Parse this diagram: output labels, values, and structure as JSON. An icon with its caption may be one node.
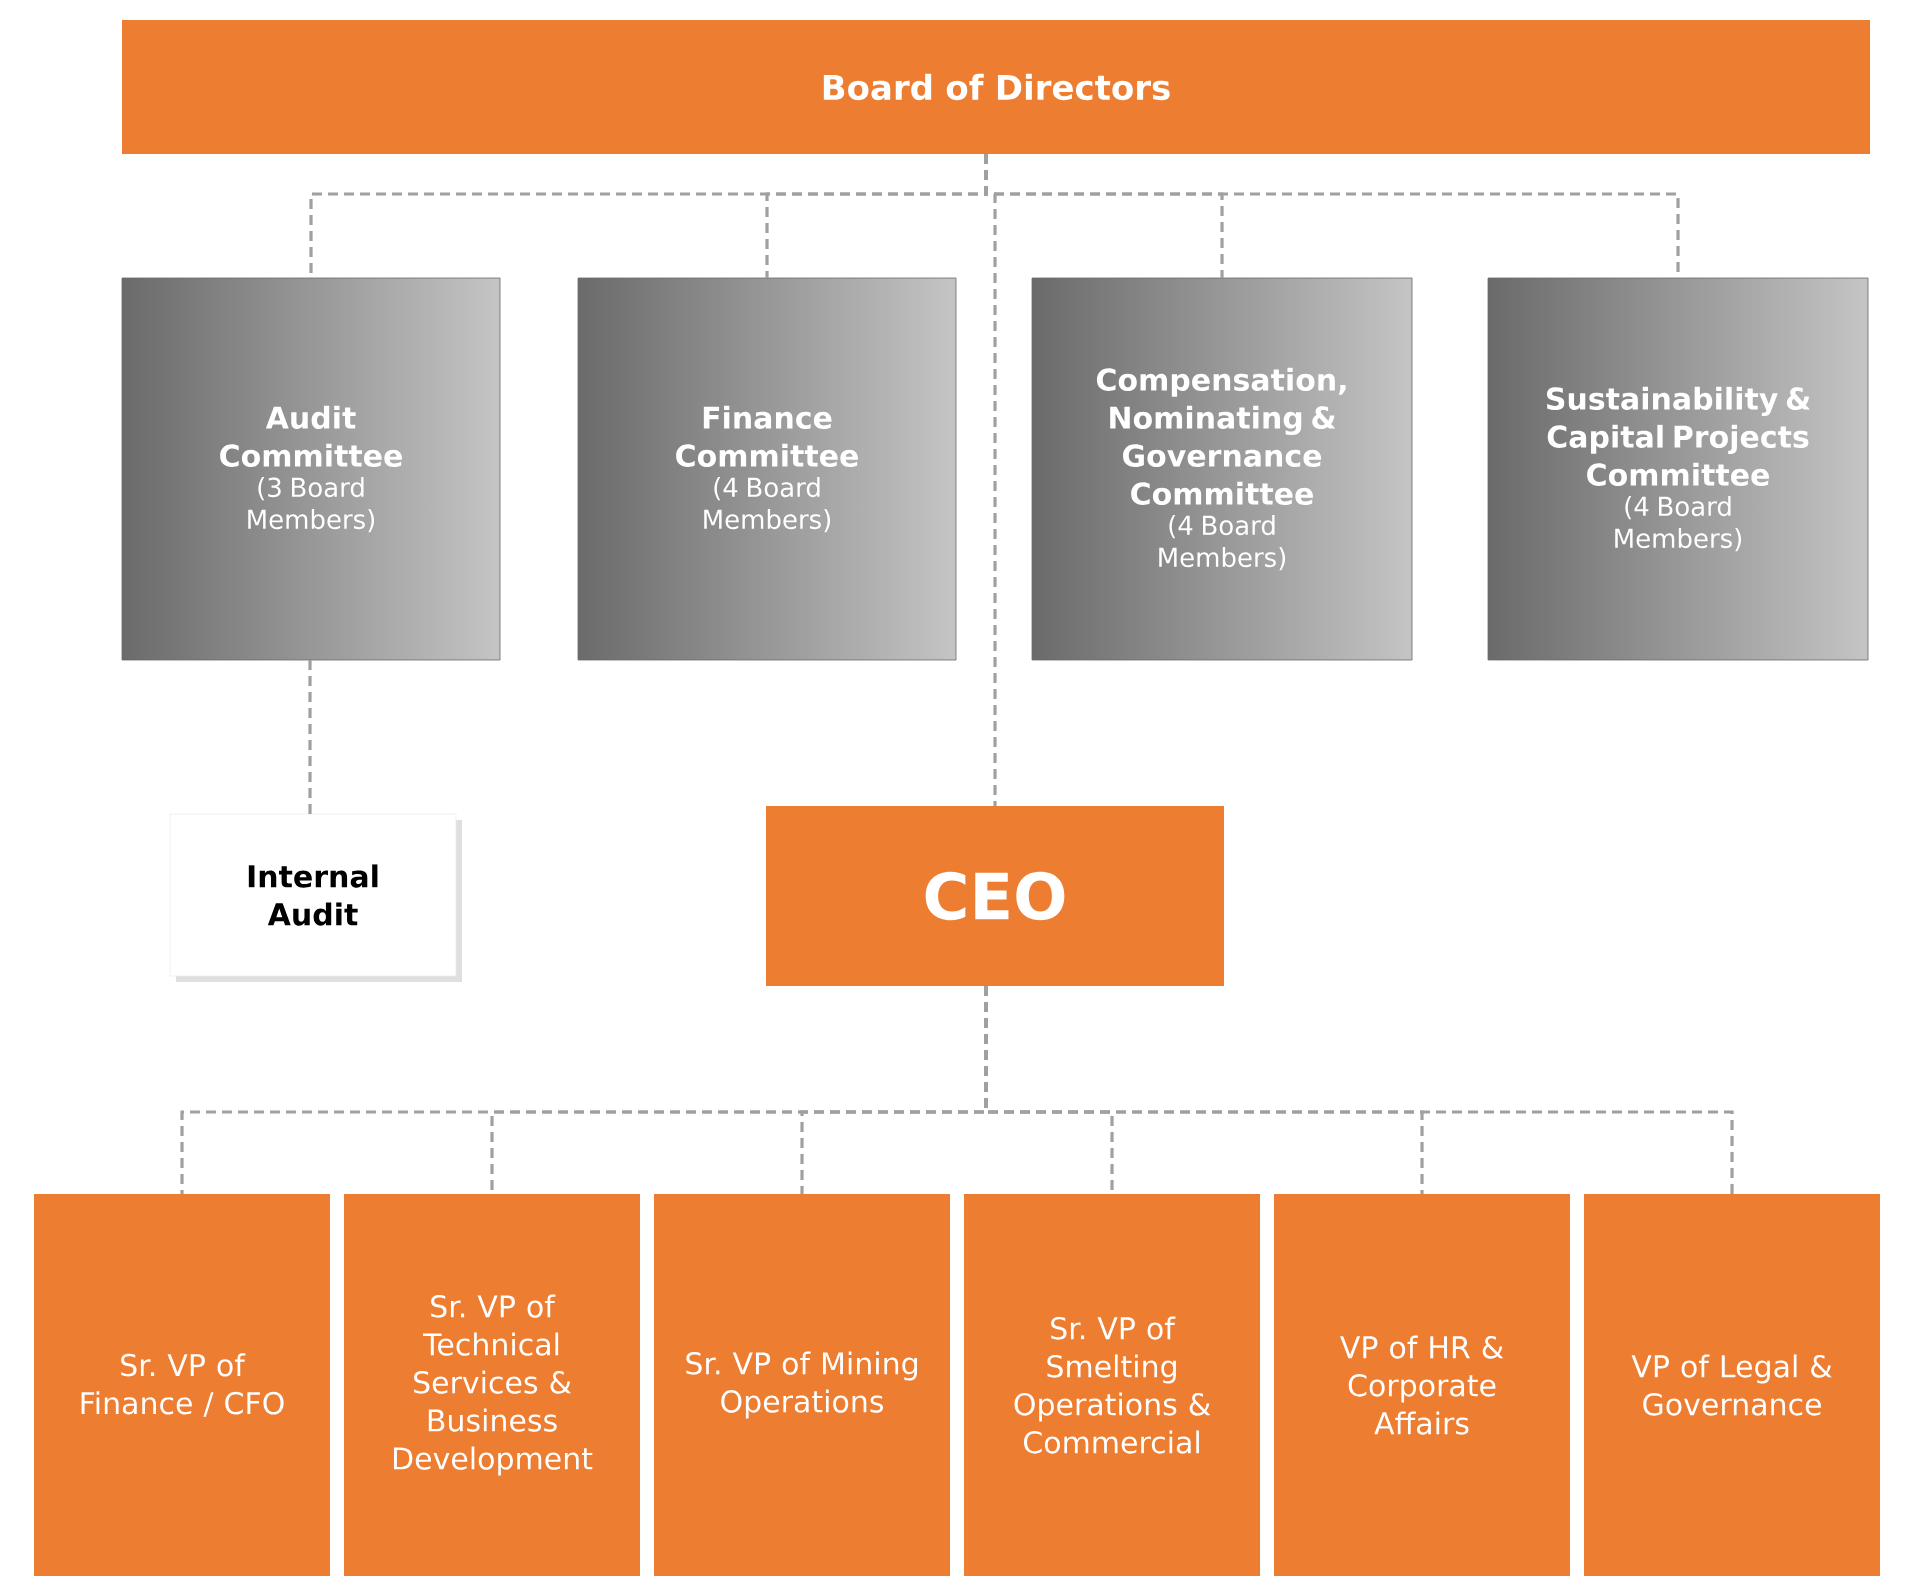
{
  "diagram": {
    "nodes": [
      {
        "text": [
          "Board of Directors"
        ]
      },
      {
        "text": [
          "Audit Committee",
          "(3 Board Members)"
        ]
      },
      {
        "text": [
          "Finance Committee",
          "(4 Board Members)"
        ]
      },
      {
        "text": [
          "Compensation, Nominating & Governance Committee",
          "(4 Board Members)"
        ]
      },
      {
        "text": [
          "Sustainability & Capital Projects Committee",
          "(4 Board Members)"
        ]
      },
      {
        "text": [
          "Internal Audit"
        ]
      },
      {
        "text": [
          "CEO"
        ]
      },
      {
        "text": [
          "Sr. VP of Finance / CFO"
        ]
      },
      {
        "text": [
          "Sr. VP of Technical Services & Business Development"
        ]
      },
      {
        "text": [
          "Sr. VP of Mining Operations"
        ]
      },
      {
        "text": [
          "Sr. VP of Smelting Operations & Commercial"
        ]
      },
      {
        "text": [
          "VP of HR & Corporate Affairs"
        ]
      },
      {
        "text": [
          "VP of Legal & Governance"
        ]
      }
    ],
    "edges": [
      {
        "from": 0,
        "to": 1,
        "arrow": "none",
        "style": "dashed"
      },
      {
        "from": 0,
        "to": 2,
        "arrow": "none",
        "style": "dashed"
      },
      {
        "from": 0,
        "to": 3,
        "arrow": "none",
        "style": "dashed"
      },
      {
        "from": 0,
        "to": 4,
        "arrow": "none",
        "style": "dashed"
      },
      {
        "from": 0,
        "to": 6,
        "arrow": "none",
        "style": "dashed"
      },
      {
        "from": 1,
        "to": 5,
        "arrow": "none",
        "style": "dashed"
      },
      {
        "from": 6,
        "to": 7,
        "arrow": "none",
        "style": "dashed"
      },
      {
        "from": 6,
        "to": 8,
        "arrow": "none",
        "style": "dashed"
      },
      {
        "from": 6,
        "to": 9,
        "arrow": "none",
        "style": "dashed"
      },
      {
        "from": 6,
        "to": 10,
        "arrow": "none",
        "style": "dashed"
      },
      {
        "from": 6,
        "to": 11,
        "arrow": "none",
        "style": "dashed"
      },
      {
        "from": 6,
        "to": 12,
        "arrow": "none",
        "style": "dashed"
      }
    ]
  }
}
